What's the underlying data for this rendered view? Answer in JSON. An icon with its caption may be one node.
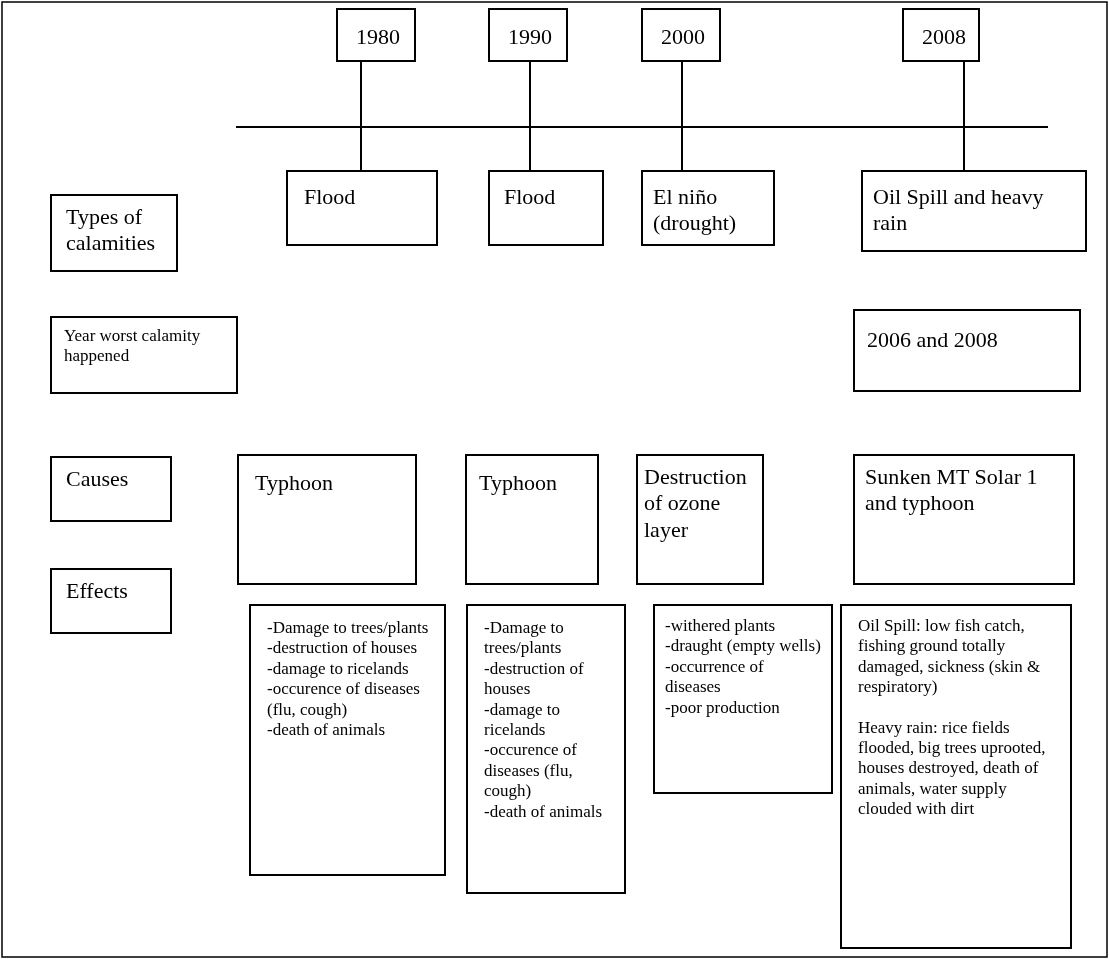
{
  "diagram": {
    "nodes": [
      {
        "text": [
          "1980"
        ]
      },
      {
        "text": [
          "1990"
        ]
      },
      {
        "text": [
          "2000"
        ]
      },
      {
        "text": [
          "2008"
        ]
      },
      {
        "text": [
          "Types of calamities"
        ]
      },
      {
        "text": [
          "Flood"
        ]
      },
      {
        "text": [
          "Flood"
        ]
      },
      {
        "text": [
          "El niño (drought)"
        ]
      },
      {
        "text": [
          "Oil Spill and heavy rain"
        ]
      },
      {
        "text": [
          "Year worst calamity happened"
        ]
      },
      {
        "text": [
          "2006 and 2008"
        ]
      },
      {
        "text": [
          "Causes"
        ]
      },
      {
        "text": [
          "Typhoon"
        ]
      },
      {
        "text": [
          "Typhoon"
        ]
      },
      {
        "text": [
          "Destruction of ozone layer"
        ]
      },
      {
        "text": [
          "Sunken MT Solar 1 and typhoon"
        ]
      },
      {
        "text": [
          "Effects"
        ]
      },
      {
        "text": [
          "-Damage to trees/plants",
          "-destruction of houses",
          "-damage to ricelands",
          "-occurence of diseases (flu, cough)",
          "-death of animals"
        ]
      },
      {
        "text": [
          "-Damage to trees/plants",
          "-destruction of houses",
          "-damage to ricelands",
          "-occurence of diseases (flu, cough)",
          "-death of animals"
        ]
      },
      {
        "text": [
          "-withered plants",
          "-draught (empty wells)",
          "-occurrence of diseases",
          "-poor production"
        ]
      },
      {
        "text": [
          "Oil Spill: low fish catch, fishing ground totally damaged, sickness (skin & respiratory)",
          "Heavy rain: rice fields flooded, big trees uprooted, houses destroyed, death of animals, water supply clouded with dirt"
        ]
      }
    ],
    "edges": [
      {
        "from": 0,
        "to": 5,
        "arrow": "none"
      },
      {
        "from": 1,
        "to": 6,
        "arrow": "none"
      },
      {
        "from": 2,
        "to": 7,
        "arrow": "none"
      },
      {
        "from": 3,
        "to": 8,
        "arrow": "none"
      }
    ]
  }
}
